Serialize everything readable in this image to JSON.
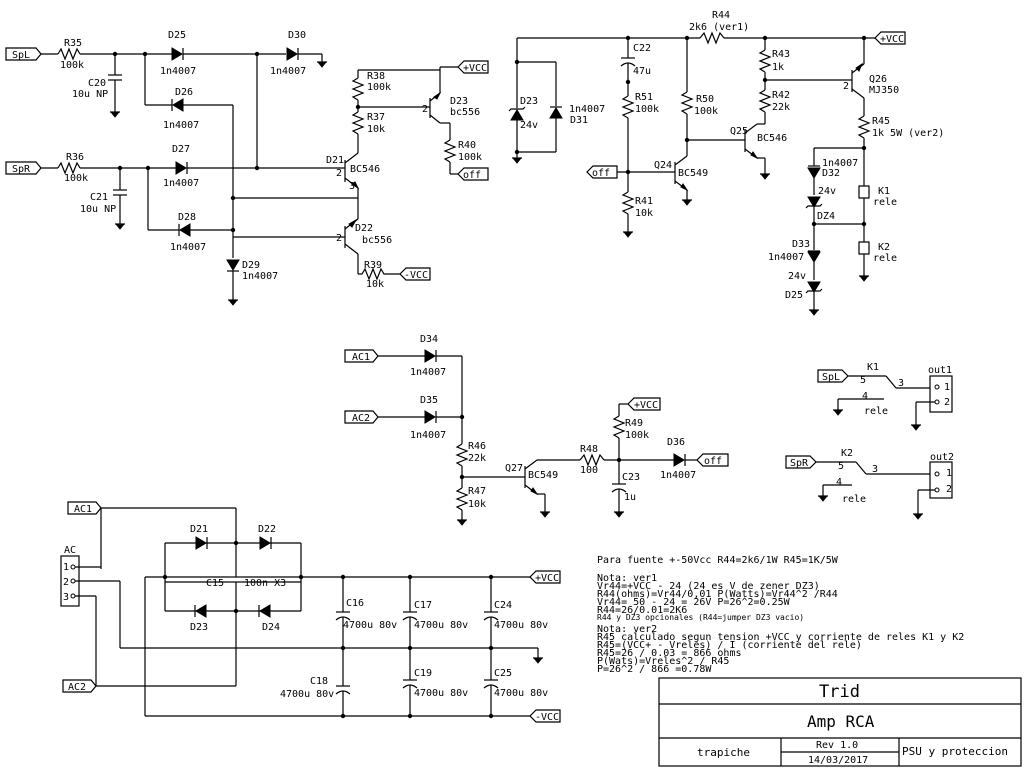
{
  "nets": {
    "spl": "SpL",
    "spr": "SpR",
    "off": "off",
    "vcc_pos": "+VCC",
    "vcc_neg": "-VCC",
    "ac1": "AC1",
    "ac2": "AC2"
  },
  "parts": {
    "r35": "R35",
    "r35v": "100k",
    "c20": "C20",
    "c20v": "10u NP",
    "r36": "R36",
    "r36v": "100k",
    "c21": "C21",
    "c21v": "10u NP",
    "d25": "D25",
    "d26": "D26",
    "d27": "D27",
    "d28": "D28",
    "d29": "D29",
    "d30": "D30",
    "n4007": "1n4007",
    "r38": "R38",
    "r38v": "100k",
    "r37": "R37",
    "r37v": "10k",
    "r40": "R40",
    "r40v": "100k",
    "r39": "R39",
    "r39v": "10k",
    "d21": "D21",
    "d21v": "BC546",
    "d22": "D22",
    "d22v": "bc556",
    "d23": "D23",
    "d23v": "bc556",
    "r44": "R44",
    "r44v": "2k6 (ver1)",
    "c22": "C22",
    "c22v": "47u",
    "r51": "R51",
    "r51v": "100k",
    "r50": "R50",
    "r50v": "100k",
    "r43": "R43",
    "r43v": "1k",
    "r42": "R42",
    "r42v": "22k",
    "r41": "R41",
    "r41v": "10k",
    "q24": "Q24",
    "q24v": "BC549",
    "q25": "Q25",
    "q25v": "BC546",
    "q26": "Q26",
    "q26v": "MJ350",
    "r45": "R45",
    "r45v": "1k 5W (ver2)",
    "z23": "D23",
    "z23v": "24v",
    "z31": "D31",
    "z31v": "1n4007",
    "d32": "D32",
    "d32v": "1n4007",
    "z24": "DZ4",
    "z24v": "24v",
    "d33": "D33",
    "d33v": "1n4007",
    "z25": "D25",
    "z25v": "24v",
    "k1": "K1",
    "k2": "K2",
    "rele": "rele",
    "d34": "D34",
    "d35": "D35",
    "r46": "R46",
    "r46v": "22k",
    "r47": "R47",
    "r47v": "10k",
    "q27": "Q27",
    "q27v": "BC549",
    "r48": "R48",
    "r48v": "100",
    "r49": "R49",
    "r49v": "100k",
    "c23": "C23",
    "c23v": "1u",
    "d36": "D36",
    "d36v": "1n4007",
    "out1": "out1",
    "out2": "out2",
    "ac": "AC",
    "b21": "D21",
    "b22": "D22",
    "b23": "D23",
    "b24": "D24",
    "c15": "C15",
    "c15v": "100n X3",
    "c16": "C16",
    "c17": "C17",
    "c24": "C24",
    "c18": "C18",
    "c19": "C19",
    "c25": "C25",
    "capv": "4700u 80v"
  },
  "notes": [
    "Para fuente +-50Vcc R44=2k6/1W R45=1K/5W",
    "Nota: ver1",
    "Vr44=+VCC - 24 (24 es V de zener DZ3)",
    "R44(ohms)=Vr44/0,01    P(Watts)=Vr44^2 /R44",
    "Vr44= 50 - 24 = 26V    P=26^2=0.25W",
    "R44=26/0.01=2K6",
    "R44 y DZ3 opcionales (R44=jumper DZ3 vacio)",
    "Nota: ver2",
    "R45 calculado segun tension +VCC y corriente de reles K1 y K2",
    "R45=(VCC+ - Vreles) / I (corriente del rele)",
    "R45=26 / 0.03 = 866 ohms",
    "P(Wats)=Vreles^2 / R45",
    "P=26^2 / 866 =0.78W"
  ],
  "title_block": {
    "title": "Trid",
    "subtitle": "Amp RCA",
    "author": "trapiche",
    "rev": "Rev 1.0",
    "date": "14/03/2017",
    "sheet": "PSU y proteccion"
  }
}
